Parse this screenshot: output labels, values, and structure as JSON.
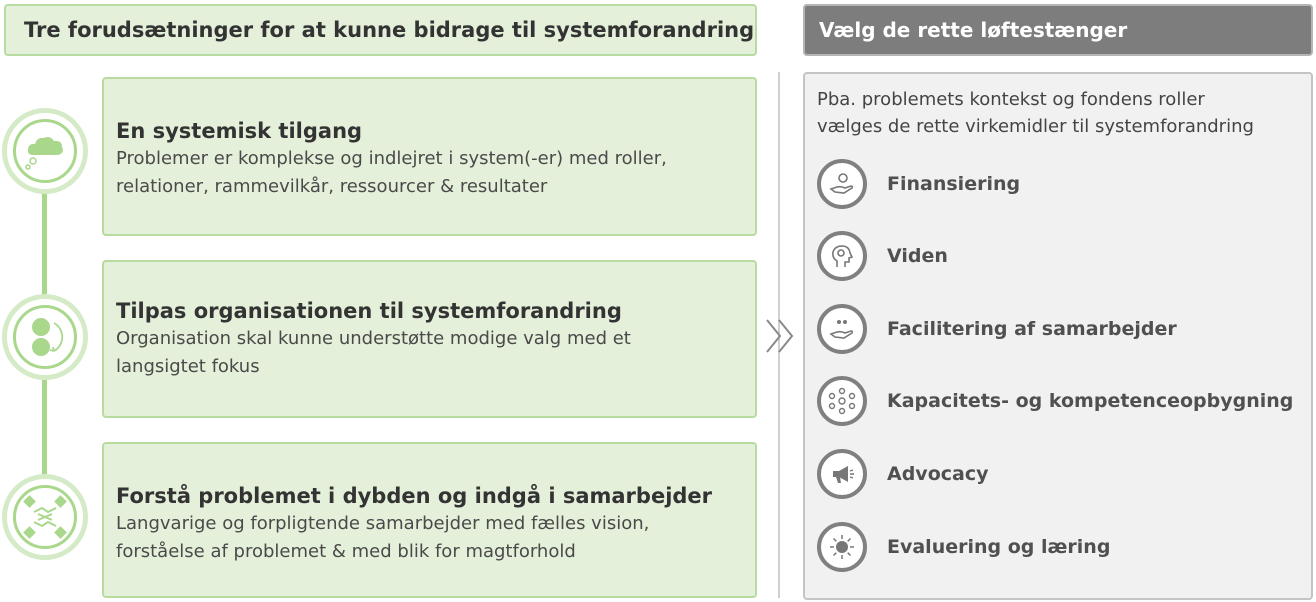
{
  "left_header": "Tre forudsætninger for at kunne bidrage til systemforandring",
  "right_header": "Vælg de rette løftestænger",
  "prerequisites": [
    {
      "icon": "thought-cloud-icon",
      "title": "En systemisk tilgang",
      "desc1": "Problemer er komplekse og indlejret i system(-er) med roller,",
      "desc2": "relationer, rammevilkår, ressourcer & resultater"
    },
    {
      "icon": "circular-arrows-icon",
      "title": "Tilpas organisationen til systemforandring",
      "desc1": "Organisation skal kunne understøtte modige valg med et",
      "desc2": "langsigtet fokus"
    },
    {
      "icon": "handshake-icon",
      "title": "Forstå problemet i dybden og indgå i samarbejder",
      "desc1": "Langvarige og forpligtende samarbejder med fælles vision,",
      "desc2": "forståelse af problemet & med blik for magtforhold"
    }
  ],
  "right_intro": {
    "line1": "Pba. problemets kontekst og fondens roller",
    "line2": "vælges de rette virkemidler til systemforandring"
  },
  "levers": [
    {
      "icon": "money-hand-icon",
      "label": "Finansiering"
    },
    {
      "icon": "head-gears-icon",
      "label": "Viden"
    },
    {
      "icon": "hand-people-icon",
      "label": "Facilitering af samarbejder"
    },
    {
      "icon": "network-icon",
      "label": "Kapacitets- og kompetenceopbygning"
    },
    {
      "icon": "megaphone-icon",
      "label": "Advocacy"
    },
    {
      "icon": "sun-gear-icon",
      "label": "Evaluering og læring"
    }
  ],
  "colors": {
    "green_fill": "#e4f0da",
    "green_border": "#b8dca0",
    "green_accent": "#a9d78c",
    "gray_header": "#7d7d7d",
    "gray_panel": "#f1f1f1"
  }
}
